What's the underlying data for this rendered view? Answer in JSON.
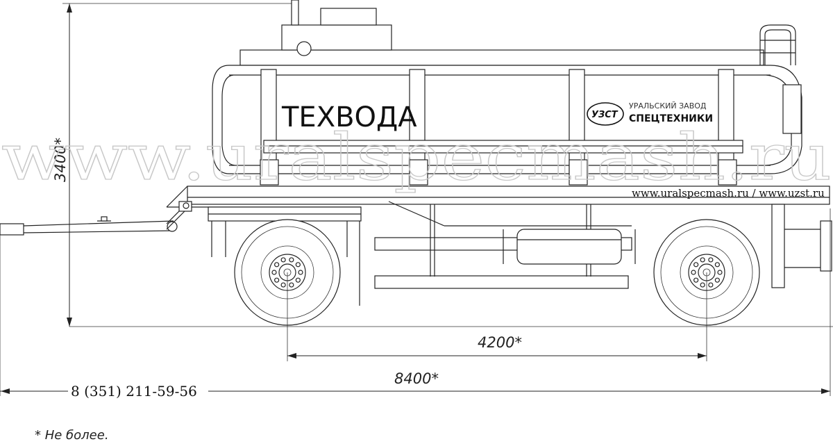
{
  "tank_label": "ТЕХВОДА",
  "logo": {
    "mark": "УЗСТ",
    "line1": "УРАЛЬСКИЙ ЗАВОД",
    "line2": "СПЕЦТЕХНИКИ"
  },
  "websites": "www.uralspecmash.ru / www.uzst.ru",
  "watermark": "www.uralspecmash.ru",
  "phone": "8 (351) 211-59-56",
  "dimensions": {
    "height": "3400*",
    "wheelbase": "4200*",
    "overall_length": "8400*"
  },
  "footnote": "* Не более."
}
